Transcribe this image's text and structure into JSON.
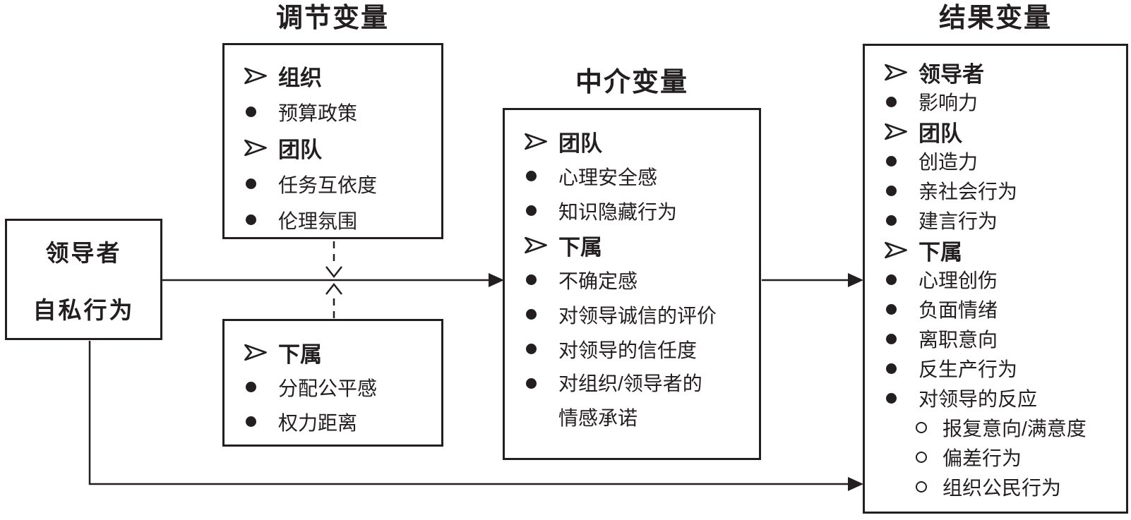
{
  "colors": {
    "ink": "#231f20",
    "background": "#ffffff"
  },
  "titles": {
    "moderator": "调节变量",
    "mediator": "中介变量",
    "outcome": "结果变量"
  },
  "source_box": {
    "line1": "领导者",
    "line2": "自私行为"
  },
  "icons": {
    "header_marker": "arrowhead-icon",
    "bullet_marker": "dot-icon",
    "sub_marker": "circle-icon"
  },
  "boxes": {
    "moderator_top": {
      "items": [
        {
          "type": "header",
          "text": "组织"
        },
        {
          "type": "bullet",
          "text": "预算政策"
        },
        {
          "type": "header",
          "text": "团队"
        },
        {
          "type": "bullet",
          "text": "任务互依度"
        },
        {
          "type": "bullet",
          "text": "伦理氛围"
        }
      ]
    },
    "moderator_bottom": {
      "items": [
        {
          "type": "header",
          "text": "下属"
        },
        {
          "type": "bullet",
          "text": "分配公平感"
        },
        {
          "type": "bullet",
          "text": "权力距离"
        }
      ]
    },
    "mediator": {
      "items": [
        {
          "type": "header",
          "text": "团队"
        },
        {
          "type": "bullet",
          "text": "心理安全感"
        },
        {
          "type": "bullet",
          "text": "知识隐藏行为"
        },
        {
          "type": "header",
          "text": "下属"
        },
        {
          "type": "bullet",
          "text": "不确定感"
        },
        {
          "type": "bullet",
          "text": "对领导诚信的评价"
        },
        {
          "type": "bullet",
          "text": "对领导的信任度"
        },
        {
          "type": "bullet",
          "text": "对组织/领导者的",
          "line2": "情感承诺"
        }
      ]
    },
    "outcome": {
      "items": [
        {
          "type": "header",
          "text": "领导者"
        },
        {
          "type": "bullet",
          "text": "影响力"
        },
        {
          "type": "header",
          "text": "团队"
        },
        {
          "type": "bullet",
          "text": "创造力"
        },
        {
          "type": "bullet",
          "text": "亲社会行为"
        },
        {
          "type": "bullet",
          "text": "建言行为"
        },
        {
          "type": "header",
          "text": "下属"
        },
        {
          "type": "bullet",
          "text": "心理创伤"
        },
        {
          "type": "bullet",
          "text": "负面情绪"
        },
        {
          "type": "bullet",
          "text": "离职意向"
        },
        {
          "type": "bullet",
          "text": "反生产行为"
        },
        {
          "type": "bullet",
          "text": "对领导的反应"
        },
        {
          "type": "sub",
          "text": "报复意向/满意度"
        },
        {
          "type": "sub",
          "text": "偏差行为"
        },
        {
          "type": "sub",
          "text": "组织公民行为"
        }
      ]
    }
  }
}
